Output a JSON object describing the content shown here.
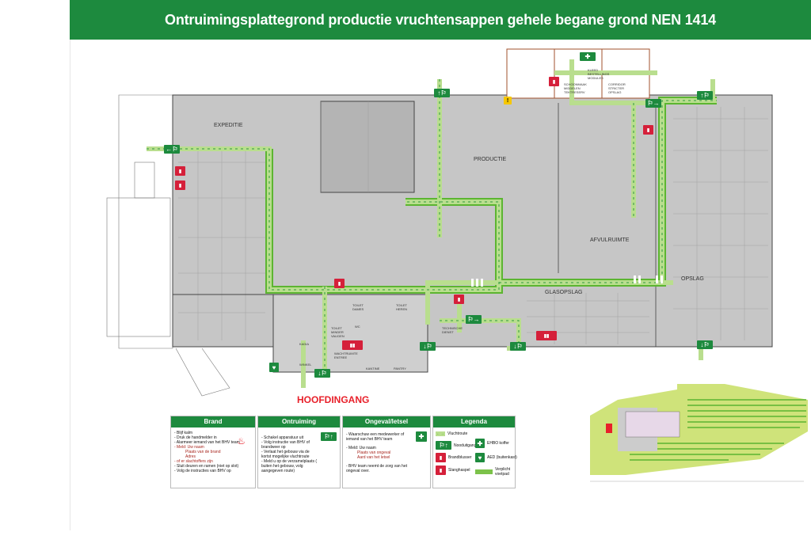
{
  "title": "Ontruimingsplattegrond productie vruchtensappen gehele begane grond  NEN 1414",
  "rooms": {
    "expeditie": "EXPEDITIE",
    "productie": "PRODUCTIE",
    "afvulruimte": "AFVULRUIMTE",
    "opslag": "OPSLAG",
    "glasopslag": "GLASOPSLAG",
    "hoofdingang": "HOOFDINGANG",
    "technische_dienst": "TECHNISCHE\nDIENST",
    "toilet_dames": "TOILET\nDAMES",
    "toilet_heren": "TOILET\nHEREN",
    "toilet_mindervaliden": "TOILET\nMINDER\nVALIDEN",
    "wc": "WC",
    "wachtruimte": "WACHTRUIMTE\nENTREE",
    "kantine": "KANTINE",
    "pantry": "PANTRY",
    "kadia": "KADIA",
    "winkel": "WINKEL",
    "schoonmaak": "SCHOONMAAK\nMIDDELEN\nTEKTRESERV",
    "kleed": "KLEED\nBESTELLINGS\nMODULES",
    "corridor": "CORRIDOR\nSTRICTER\nOPSLAG"
  },
  "panels": {
    "brand": {
      "title": "Brand",
      "items": [
        "- Blijf kalm",
        "- Druk de handmelder in",
        "- Alarmeer iemand van het BHV team",
        "- Meld: Uw naam"
      ],
      "details": [
        "Plaats van de brand",
        "Adres"
      ],
      "extra": "- of er slachtoffers zijn",
      "items2": [
        "- Sluit deuren en ramen (niet op slot)",
        "- Volg de instructies van BHV op"
      ]
    },
    "ontruiming": {
      "title": "Ontruiming",
      "items": [
        "- Schakel apparatuur uit",
        "- Volg instructie van BHV of brandweer op",
        "- Verlaat het gebouw via de kortst mogelijke vluchtroute",
        "- Meld u op de verzamelplaats ( buiten het gebouw, volg aangegeven route)"
      ]
    },
    "ongeval": {
      "title": "Ongeval/letsel",
      "items": [
        "- Waarschuw een medewerker of iemand van het BHV team",
        "- Meld: Uw naam"
      ],
      "details": [
        "Plaats van ongeval",
        "Aard van het letsel"
      ],
      "items2": [
        "- BHV team neemt de zorg van het ongeval over."
      ]
    },
    "legenda": {
      "title": "Legenda",
      "vluchtroute": "Vluchtroute",
      "nooduitgang": "Nooduitgang",
      "brandblusser": "Brandblusser",
      "slanghaspel": "Slanghaspel",
      "ehbo": "EHBO koffer",
      "aed": "AED (buitenkast)",
      "verplicht": "Verplicht voetpad"
    }
  },
  "colors": {
    "green": "#1d8a3e",
    "route": "#b9de8e",
    "route_edge": "#5cb531",
    "floor": "#c6c6c6",
    "red": "#d5203a"
  }
}
